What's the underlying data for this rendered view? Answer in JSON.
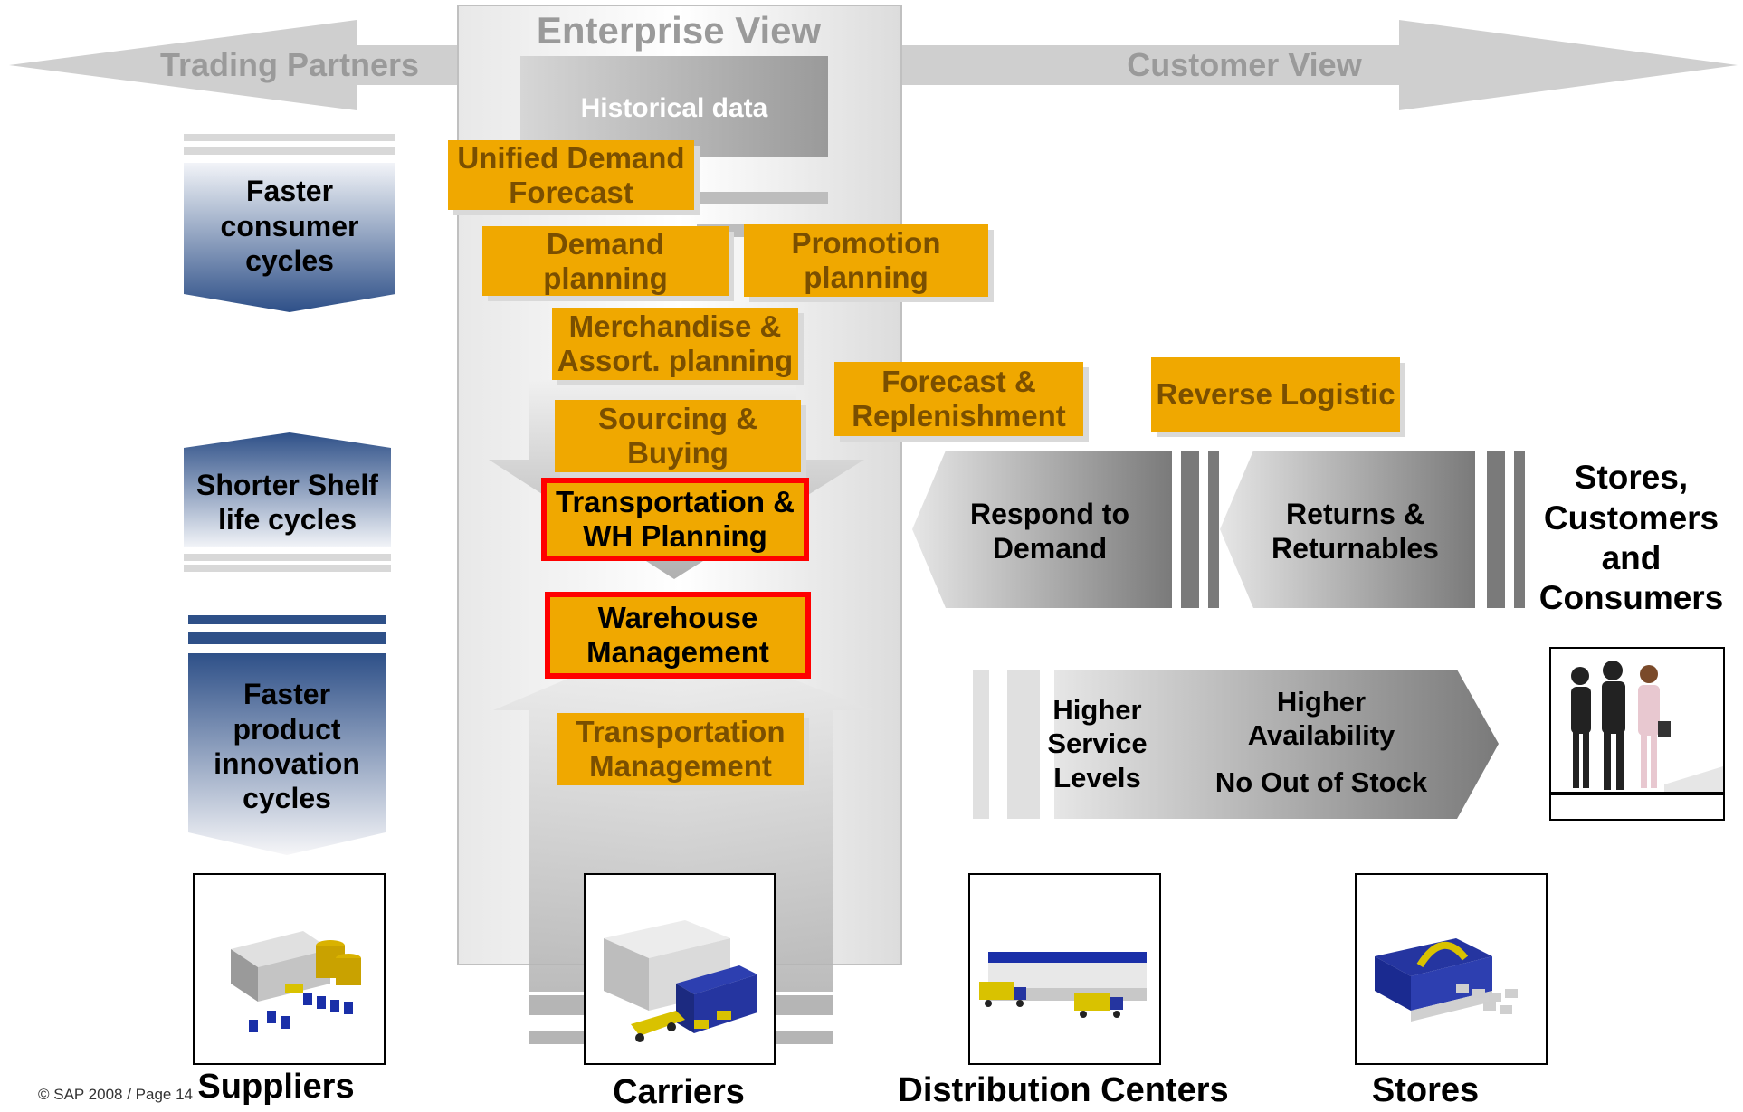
{
  "header": {
    "trading_partners": "Trading Partners",
    "enterprise_view": "Enterprise View",
    "customer_view": "Customer View"
  },
  "enterprise_boxes": {
    "historical_data": "Historical data",
    "unified_demand_forecast": "Unified Demand Forecast",
    "demand_planning": "Demand planning",
    "promotion_planning": "Promotion planning",
    "merchandise_assort": "Merchandise & Assort. planning",
    "sourcing_buying": "Sourcing & Buying",
    "transportation_wh_planning": "Transportation & WH Planning",
    "warehouse_management": "Warehouse Management",
    "transportation_management": "Transportation Management"
  },
  "customer_boxes": {
    "forecast_replenishment": "Forecast & Replenishment",
    "reverse_logistic": "Reverse Logistic",
    "respond_to_demand": "Respond to Demand",
    "returns_returnables": "Returns & Returnables",
    "stores_customers": "Stores, Customers and Consumers",
    "higher_service_levels": "Higher Service Levels",
    "higher_availability": "Higher Availability",
    "no_out_of_stock": "No Out of Stock"
  },
  "left_cycles": {
    "faster_consumer": "Faster consumer cycles",
    "shorter_shelf": "Shorter Shelf life cycles",
    "faster_product": "Faster product innovation cycles"
  },
  "captions": {
    "suppliers": "Suppliers",
    "carriers": "Carriers",
    "distribution_centers": "Distribution Centers",
    "stores": "Stores"
  },
  "footer": {
    "copyright": "© SAP 2008 / Page 14"
  },
  "colors": {
    "orange_box": "#F0A800",
    "highlight_border": "#FF0000",
    "blue_gradient": "#2E4F86",
    "grey_arrow": "#C8C8C8"
  }
}
